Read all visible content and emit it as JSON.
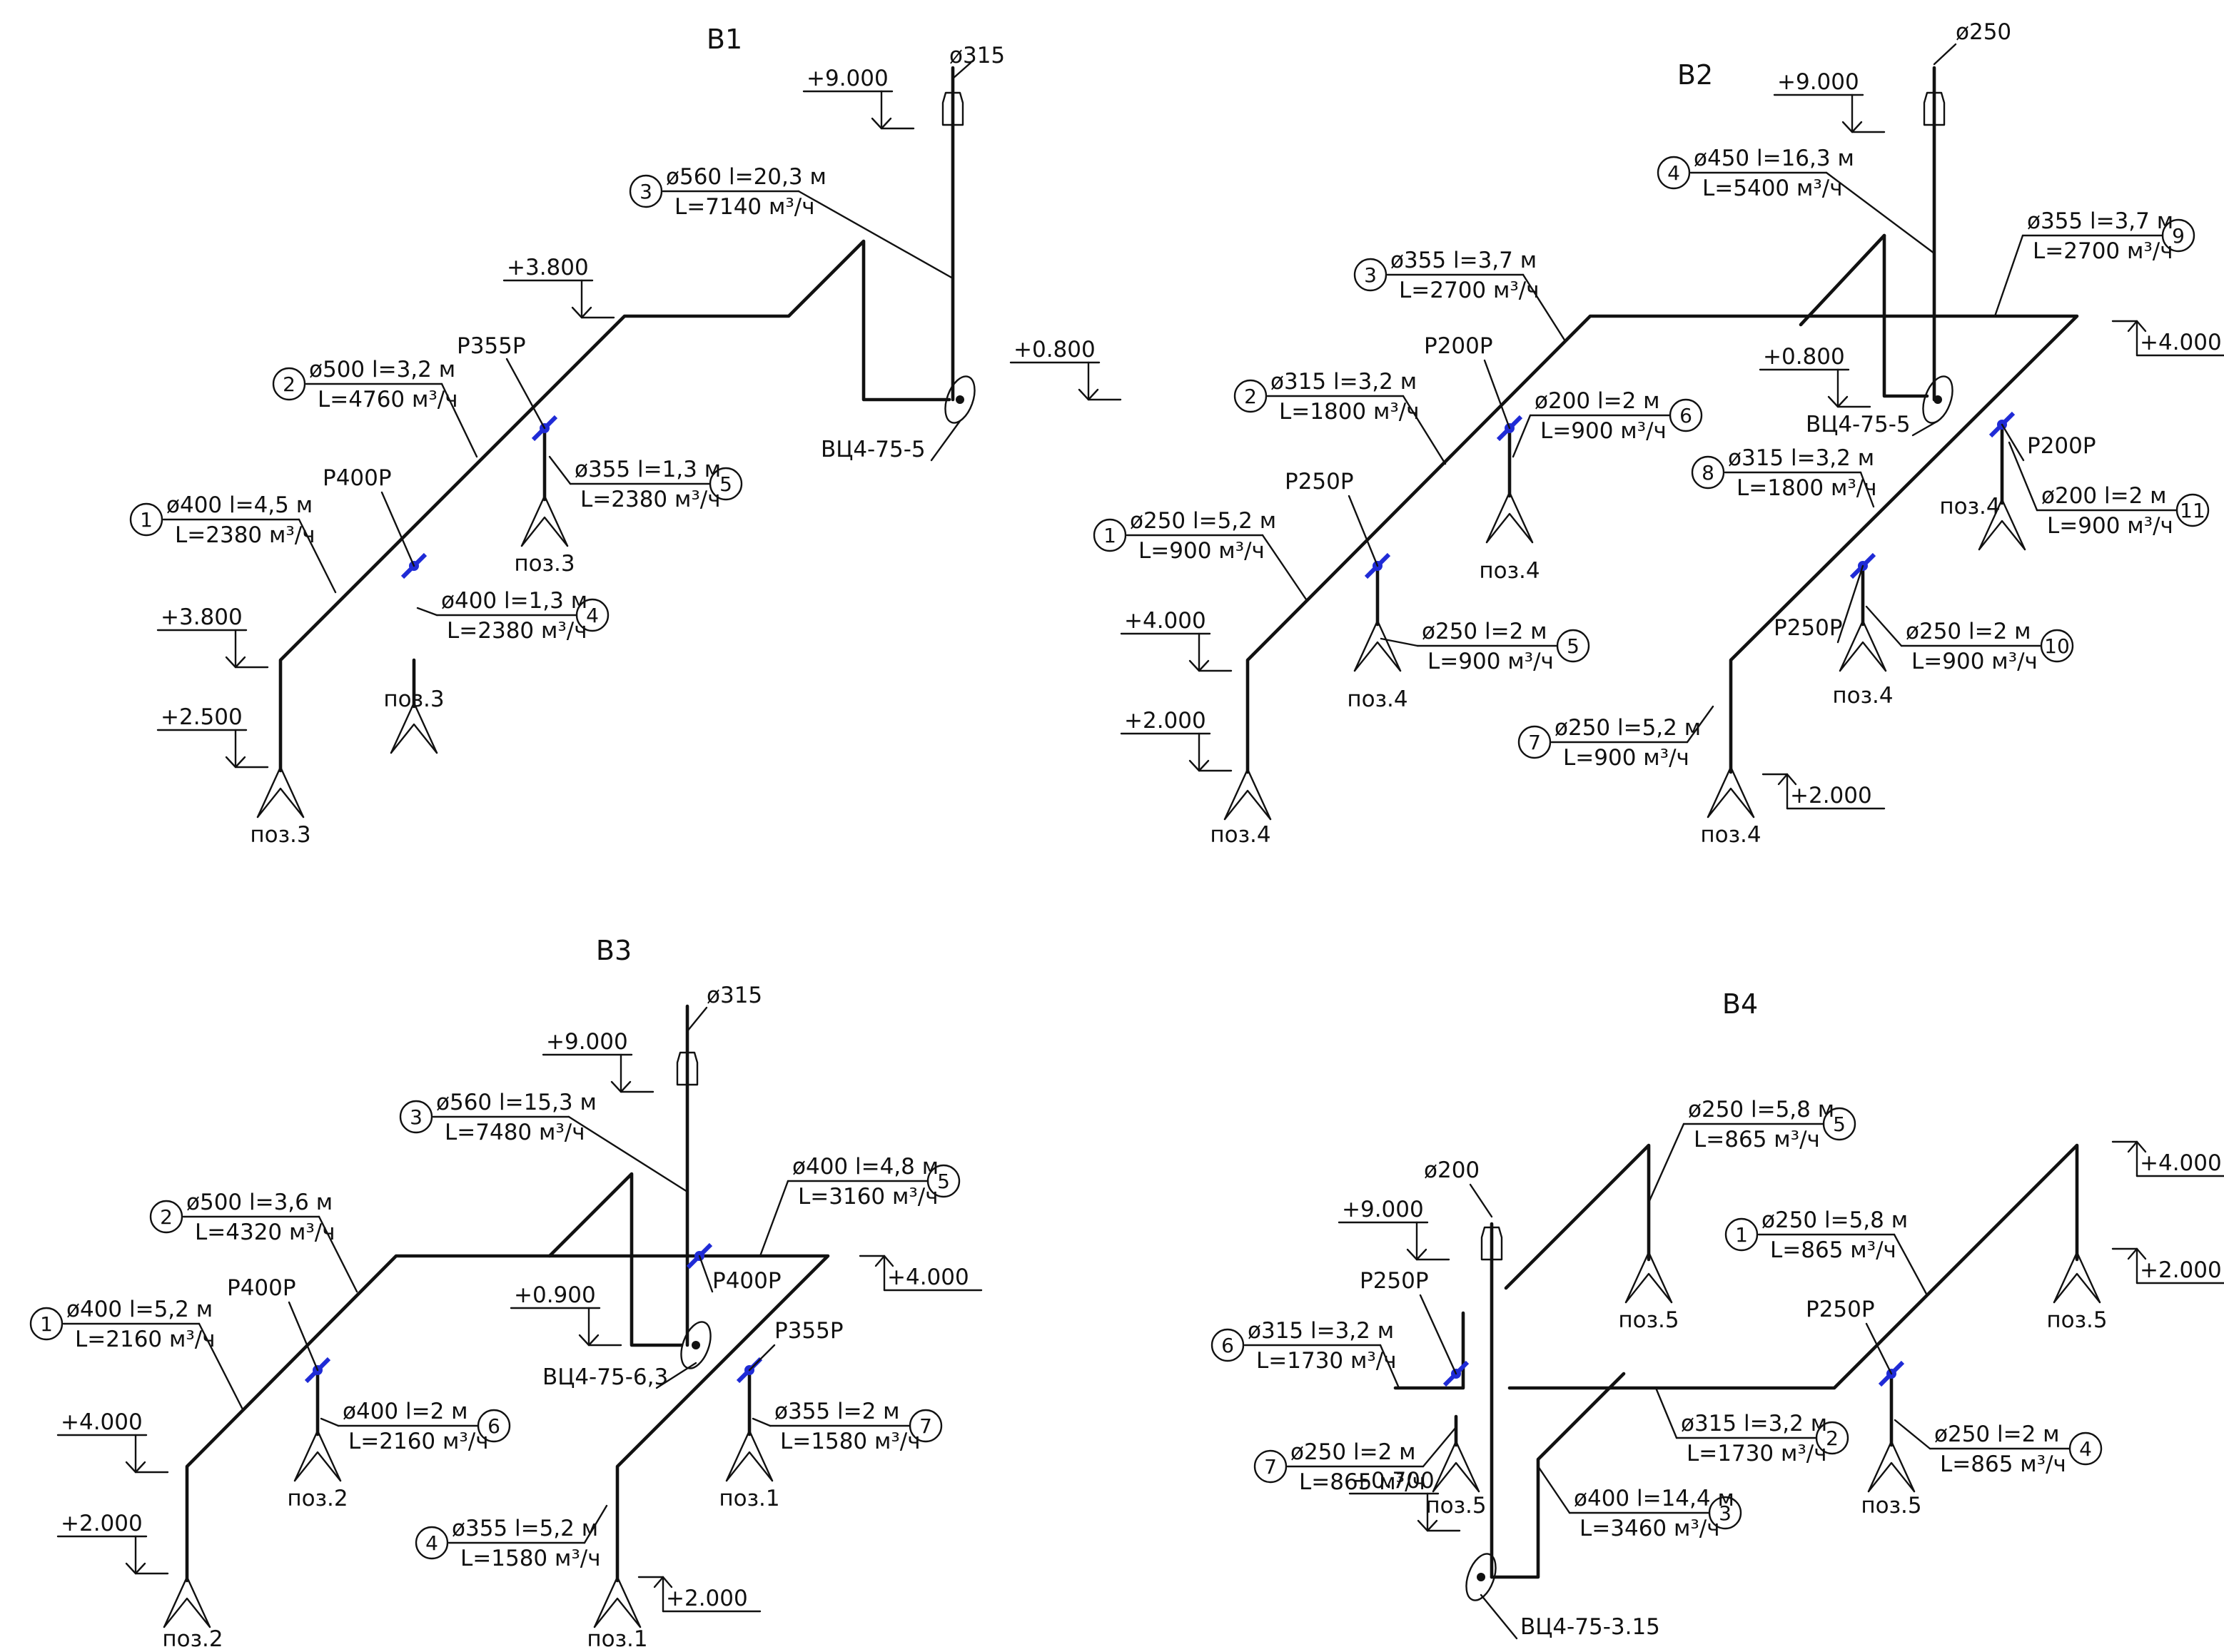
{
  "colors": {
    "line": "#111111",
    "damper": "#1f2bd6",
    "background": "#ffffff"
  },
  "systems": [
    {
      "title": "В1",
      "levels": [
        "+9.000",
        "+3.800",
        "+0.800",
        "+3.800",
        "+2.500"
      ],
      "labels": [
        {
          "num": "1",
          "d": "ø400 l=4,5 м",
          "flow": "L=2380 м³/ч"
        },
        {
          "num": "2",
          "d": "ø500 l=3,2 м",
          "flow": "L=4760 м³/ч"
        },
        {
          "num": "3",
          "d": "ø560 l=20,3 м",
          "flow": "L=7140 м³/ч"
        },
        {
          "num": "4",
          "d": "ø400 l=1,3 м",
          "flow": "L=2380 м³/ч"
        },
        {
          "num": "5",
          "d": "ø355 l=1,3 м",
          "flow": "L=2380 м³/ч"
        }
      ],
      "notes": [
        "ø315",
        "ВЦ4-75-5",
        "Р355Р",
        "Р400Р"
      ],
      "pos": [
        "поз.3",
        "поз.3",
        "поз.3"
      ]
    },
    {
      "title": "В2",
      "levels": [
        "+9.000",
        "+0.800",
        "+4.000",
        "+4.000",
        "+2.000",
        "+2.000"
      ],
      "labels": [
        {
          "num": "1",
          "d": "ø250 l=5,2 м",
          "flow": "L=900 м³/ч"
        },
        {
          "num": "2",
          "d": "ø315 l=3,2 м",
          "flow": "L=1800 м³/ч"
        },
        {
          "num": "3",
          "d": "ø355 l=3,7 м",
          "flow": "L=2700 м³/ч"
        },
        {
          "num": "4",
          "d": "ø450 l=16,3 м",
          "flow": "L=5400 м³/ч"
        },
        {
          "num": "5",
          "d": "ø250 l=2 м",
          "flow": "L=900 м³/ч"
        },
        {
          "num": "6",
          "d": "ø200 l=2 м",
          "flow": "L=900 м³/ч"
        },
        {
          "num": "7",
          "d": "ø250 l=5,2 м",
          "flow": "L=900 м³/ч"
        },
        {
          "num": "8",
          "d": "ø315 l=3,2 м",
          "flow": "L=1800 м³/ч"
        },
        {
          "num": "9",
          "d": "ø355 l=3,7 м",
          "flow": "L=2700 м³/ч"
        },
        {
          "num": "10",
          "d": "ø250 l=2 м",
          "flow": "L=900 м³/ч"
        },
        {
          "num": "11",
          "d": "ø200 l=2 м",
          "flow": "L=900 м³/ч"
        }
      ],
      "notes": [
        "ø250",
        "ВЦ4-75-5",
        "Р200Р",
        "Р250Р",
        "Р250Р",
        "Р200Р"
      ],
      "pos": [
        "поз.4",
        "поз.4",
        "поз.4",
        "поз.4",
        "поз.4",
        "поз.4"
      ]
    },
    {
      "title": "В3",
      "levels": [
        "+9.000",
        "+0.900",
        "+4.000",
        "+4.000",
        "+2.000",
        "+2.000"
      ],
      "labels": [
        {
          "num": "1",
          "d": "ø400 l=5,2 м",
          "flow": "L=2160 м³/ч"
        },
        {
          "num": "2",
          "d": "ø500 l=3,6 м",
          "flow": "L=4320 м³/ч"
        },
        {
          "num": "3",
          "d": "ø560 l=15,3 м",
          "flow": "L=7480 м³/ч"
        },
        {
          "num": "4",
          "d": "ø355 l=5,2 м",
          "flow": "L=1580 м³/ч"
        },
        {
          "num": "5",
          "d": "ø400 l=4,8 м",
          "flow": "L=3160 м³/ч"
        },
        {
          "num": "6",
          "d": "ø400 l=2 м",
          "flow": "L=2160 м³/ч"
        },
        {
          "num": "7",
          "d": "ø355 l=2 м",
          "flow": "L=1580 м³/ч"
        }
      ],
      "notes": [
        "ø315",
        "ВЦ4-75-6,3",
        "Р400Р",
        "Р400Р",
        "Р355Р"
      ],
      "pos": [
        "поз.2",
        "поз.2",
        "поз.1",
        "поз.1"
      ]
    },
    {
      "title": "В4",
      "levels": [
        "+9.000",
        "+0.700",
        "+4.000",
        "+2.000"
      ],
      "labels": [
        {
          "num": "1",
          "d": "ø250 l=5,8 м",
          "flow": "L=865 м³/ч"
        },
        {
          "num": "2",
          "d": "ø315 l=3,2 м",
          "flow": "L=1730 м³/ч"
        },
        {
          "num": "3",
          "d": "ø400 l=14,4 м",
          "flow": "L=3460 м³/ч"
        },
        {
          "num": "4",
          "d": "ø250 l=2 м",
          "flow": "L=865 м³/ч"
        },
        {
          "num": "5",
          "d": "ø250 l=5,8 м",
          "flow": "L=865 м³/ч"
        },
        {
          "num": "6",
          "d": "ø315 l=3,2 м",
          "flow": "L=1730 м³/ч"
        },
        {
          "num": "7",
          "d": "ø250 l=2 м",
          "flow": "L=865 м³/ч"
        }
      ],
      "notes": [
        "ø200",
        "ВЦ4-75-3.15",
        "Р250Р",
        "Р250Р"
      ],
      "pos": [
        "поз.5",
        "поз.5",
        "поз.5",
        "поз.5"
      ]
    }
  ]
}
